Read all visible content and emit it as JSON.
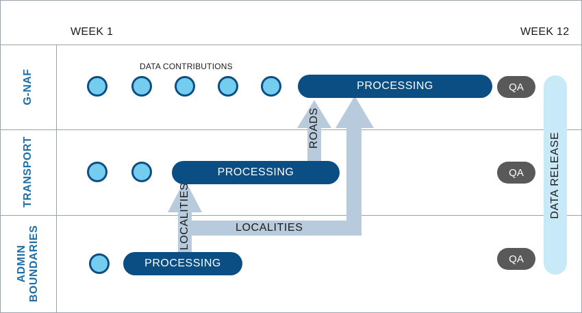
{
  "header": {
    "week_start": "WEEK 1",
    "week_end": "WEEK 12"
  },
  "rows": [
    {
      "label": "G-NAF"
    },
    {
      "label": "TRANSPORT"
    },
    {
      "label_line1": "ADMIN",
      "label_line2": "BOUNDARIES"
    }
  ],
  "gnaf": {
    "contributions_label": "DATA CONTRIBUTIONS",
    "processing": "PROCESSING",
    "qa": "QA"
  },
  "transport": {
    "processing": "PROCESSING",
    "qa": "QA"
  },
  "admin": {
    "processing": "PROCESSING",
    "qa": "QA"
  },
  "release": {
    "label": "DATA RELEASE"
  },
  "flows": {
    "roads": "ROADS",
    "localities_vertical": "LOCALITIES",
    "localities_horizontal": "LOCALITIES"
  },
  "colors": {
    "dark_blue": "#0b4e83",
    "light_blue": "#74cdee",
    "label_blue": "#1f6fa8",
    "qa_grey": "#595959",
    "arrow": "#b8cbdc",
    "release": "#c8e9f7"
  }
}
